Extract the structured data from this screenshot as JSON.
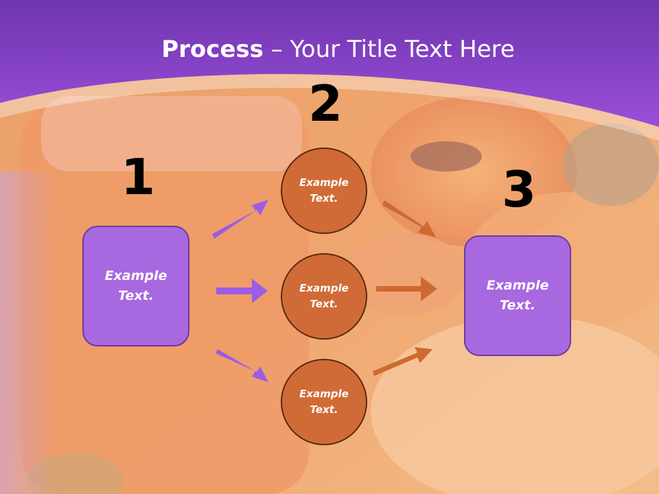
{
  "title": {
    "bold": "Process",
    "rest": " – Your Title Text Here"
  },
  "steps": {
    "one": "1",
    "two": "2",
    "three": "3"
  },
  "left_box": {
    "text": "Example Text."
  },
  "right_box": {
    "text": "Example Text."
  },
  "circles": [
    {
      "text": "Example Text."
    },
    {
      "text": "Example Text."
    },
    {
      "text": "Example Text."
    }
  ],
  "colors": {
    "header": "#8a3fcc",
    "box": "#a868e0",
    "circle": "#d06b37",
    "arrow_purple": "#9b5de5",
    "arrow_orange": "#cc6a30"
  }
}
